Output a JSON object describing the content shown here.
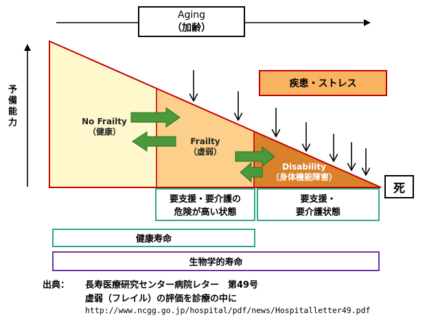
{
  "top": {
    "aging_line1": "Aging",
    "aging_line2": "（加齢）"
  },
  "y_axis_label": "予備能力",
  "stages": {
    "no_frailty": {
      "line1": "No Frailty",
      "line2": "（健康）"
    },
    "frailty": {
      "line1": "Frailty",
      "line2": "（虚弱）"
    },
    "disability": {
      "line1": "Disability",
      "line2": "（身体機能障害）"
    }
  },
  "stress_box": "疾患・ストレス",
  "death_box": "死",
  "care_boxes": {
    "high_risk": {
      "line1": "要支援・要介護の",
      "line2": "危険が高い状態"
    },
    "care_needed": {
      "line1": "要支援・",
      "line2": "要介護状態"
    }
  },
  "lifespan_bars": {
    "healthy_life": "健康寿命",
    "biological_life": "生物学的寿命"
  },
  "source": {
    "label": "出典：",
    "line1": "長寿医療研究センター病院レター　第49号",
    "line2": "虚弱（フレイル）の評価を診療の中に",
    "url": "http://www.ncgg.go.jp/hospital/pdf/news/Hospitalletter49.pdf"
  },
  "colors": {
    "no_frailty_fill": "#fff8cc",
    "frailty_fill": "#fcd08a",
    "disability_fill": "#d9822b",
    "triangle_outline": "#c00000",
    "green_arrow": "#4a9a3c",
    "stress_box_fill": "#f9b361",
    "care_box_border": "#2aa68c",
    "healthy_life_border": "#2aa68c",
    "biological_life_border": "#7030a0"
  }
}
